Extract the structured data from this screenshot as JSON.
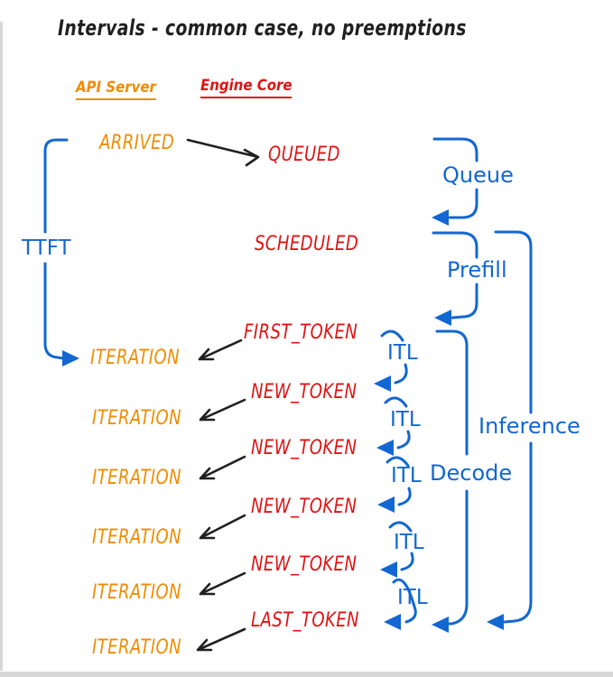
{
  "title": "Intervals - common case, no preemptions",
  "columns": {
    "api_server": "API Server",
    "engine_core": "Engine Core"
  },
  "events": {
    "arrived": "ARRIVED",
    "queued": "QUEUED",
    "scheduled": "SCHEDULED",
    "first_token": "FIRST_TOKEN",
    "new_token": "NEW_TOKEN",
    "last_token": "LAST_TOKEN",
    "iteration": "ITERATION"
  },
  "intervals": {
    "ttft": "TTFT",
    "queue": "Queue",
    "prefill": "Prefill",
    "itl": "ITL",
    "decode": "Decode",
    "inference": "Inference"
  },
  "colors": {
    "api_server_accent": "#f08c00",
    "engine_core_accent": "#df1313",
    "interval_accent": "#1267d2",
    "ink": "#202020"
  }
}
